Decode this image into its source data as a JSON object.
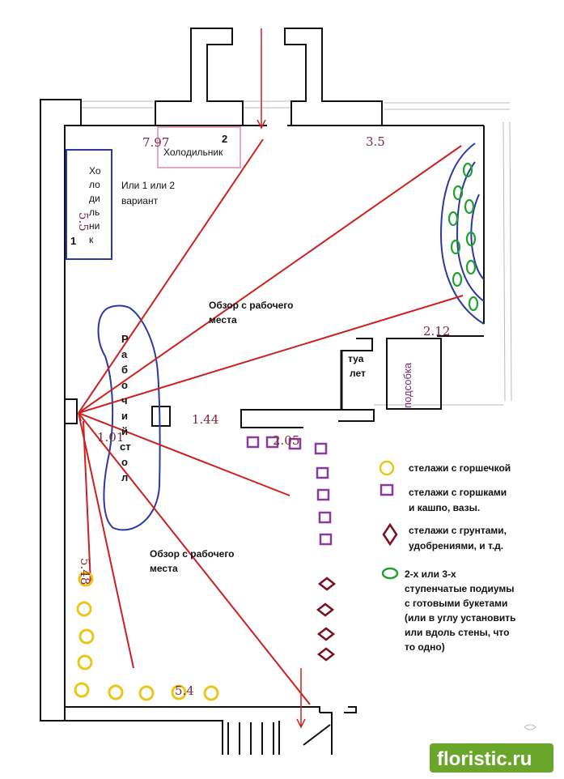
{
  "colors": {
    "wall": "#111111",
    "sightline": "#cc2020",
    "table": "#2a3aa0",
    "pot_rack": "#e8c61a",
    "pot_shelf": "#8a3a9a",
    "soil_rack": "#7a1020",
    "podium": "#22a030",
    "fridge1": "#2a3aa0",
    "fridge2": "#e6a6c6",
    "dimension": "#7a2a3a",
    "logo_bg": "#6aa62a"
  },
  "fridge1": {
    "letters": [
      "Хо",
      "ло",
      "ди",
      "ль",
      "ни",
      "к"
    ],
    "number": "1"
  },
  "fridge2": {
    "label": "Холодильник",
    "number": "2"
  },
  "option_note": {
    "lines": [
      "Или 1 или 2",
      "вариант"
    ]
  },
  "workbench": {
    "letters": [
      "Р",
      "а",
      "б",
      "о",
      "ч",
      "и",
      "й",
      "ст",
      "о",
      "л"
    ]
  },
  "view_label_top": {
    "lines": [
      "Обзор с рабочего",
      "места"
    ]
  },
  "view_label_bottom": {
    "lines": [
      "Обзор с рабочего",
      "места"
    ]
  },
  "toilet": {
    "lines": [
      "туа",
      "лет"
    ]
  },
  "storage": {
    "label": "подсобка"
  },
  "dimensions": {
    "d797": "7.97",
    "d35": "3.5",
    "d55": "5.5",
    "d212": "2.12",
    "d144": "1.44",
    "d101": "1.01",
    "d205": "2.05",
    "d548": "5.48",
    "d54": "5.4"
  },
  "legend": [
    {
      "icon": "circle-yellow-icon",
      "lines": [
        "стелажи с горшечкой"
      ]
    },
    {
      "icon": "square-purple-icon",
      "lines": [
        "стелажи с горшками",
        "и кашпо, вазы."
      ]
    },
    {
      "icon": "diamond-red-icon",
      "lines": [
        "стелажи с грунтами,",
        "удобрениями, и т.д."
      ]
    },
    {
      "icon": "ellipse-green-icon",
      "lines": [
        "2-х или 3-х",
        "ступенчатые подиумы",
        "с готовыми букетами",
        "(или в углу установить",
        "или вдоль стены, что",
        "то одно)"
      ]
    }
  ],
  "logo": {
    "text": "floristic.ru"
  }
}
